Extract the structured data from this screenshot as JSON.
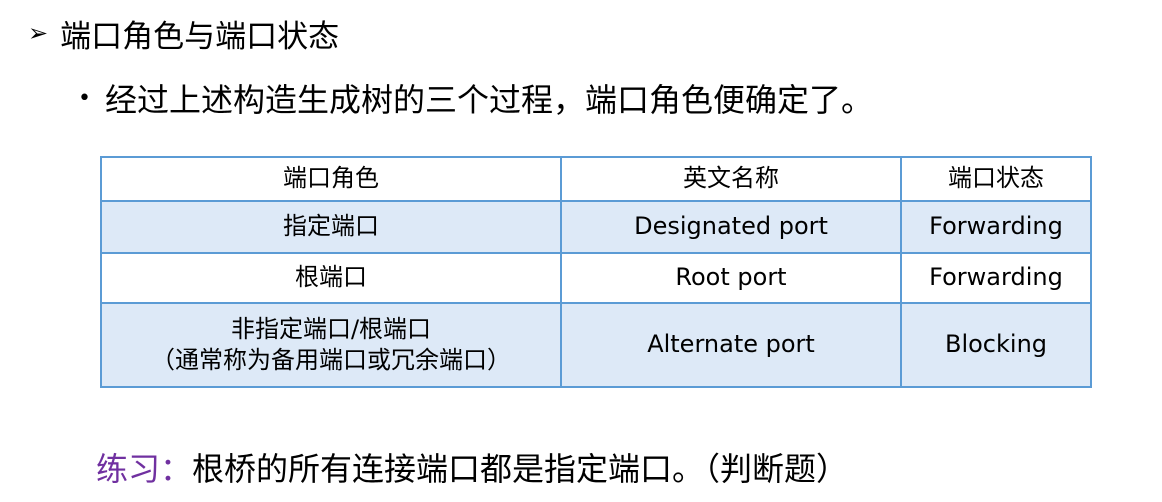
{
  "heading": {
    "marker": "➢",
    "text": "端口角色与端口状态"
  },
  "bullet": {
    "marker": "•",
    "text": "经过上述构造生成树的三个过程，端口角色便确定了。"
  },
  "table": {
    "headers": [
      "端口角色",
      "英文名称",
      "端口状态"
    ],
    "rows": [
      {
        "role": "指定端口",
        "english": "Designated port",
        "state": "Forwarding"
      },
      {
        "role": "根端口",
        "english": "Root port",
        "state": "Forwarding"
      },
      {
        "role": "非指定端口/根端口",
        "role_note": "（通常称为备用端口或冗余端口）",
        "english": "Alternate port",
        "state": "Blocking"
      }
    ]
  },
  "practice": {
    "label": "练习：",
    "text": "根桥的所有连接端口都是指定端口。（判断题）"
  },
  "colors": {
    "table_border": "#5b9bd5",
    "row_shade": "#dde9f7",
    "practice_label": "#7030a0"
  }
}
